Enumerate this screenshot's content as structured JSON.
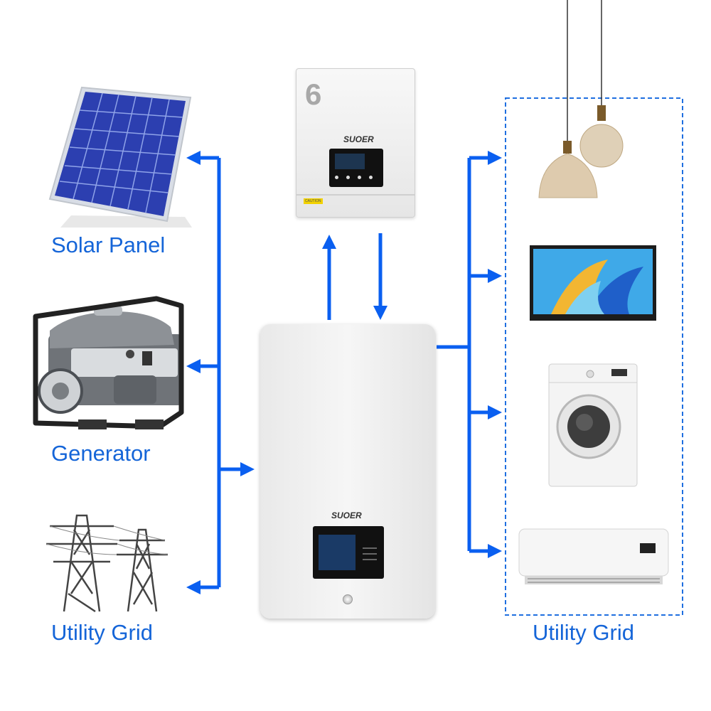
{
  "sources": {
    "solar_label": "Solar Panel",
    "generator_label": "Generator",
    "grid_label": "Utility Grid"
  },
  "loads": {
    "label": "Utility Grid",
    "items": [
      "pendant-lamp",
      "television",
      "washing-machine",
      "air-conditioner"
    ]
  },
  "inverter": {
    "model_number": "6",
    "brand": "SUOER",
    "caution_text": "CAUTION"
  },
  "battery": {
    "brand": "SUOER"
  },
  "colors": {
    "arrow": "#0a5ff0",
    "label": "#1565d8",
    "dashed_border": "#1f6fe0"
  }
}
